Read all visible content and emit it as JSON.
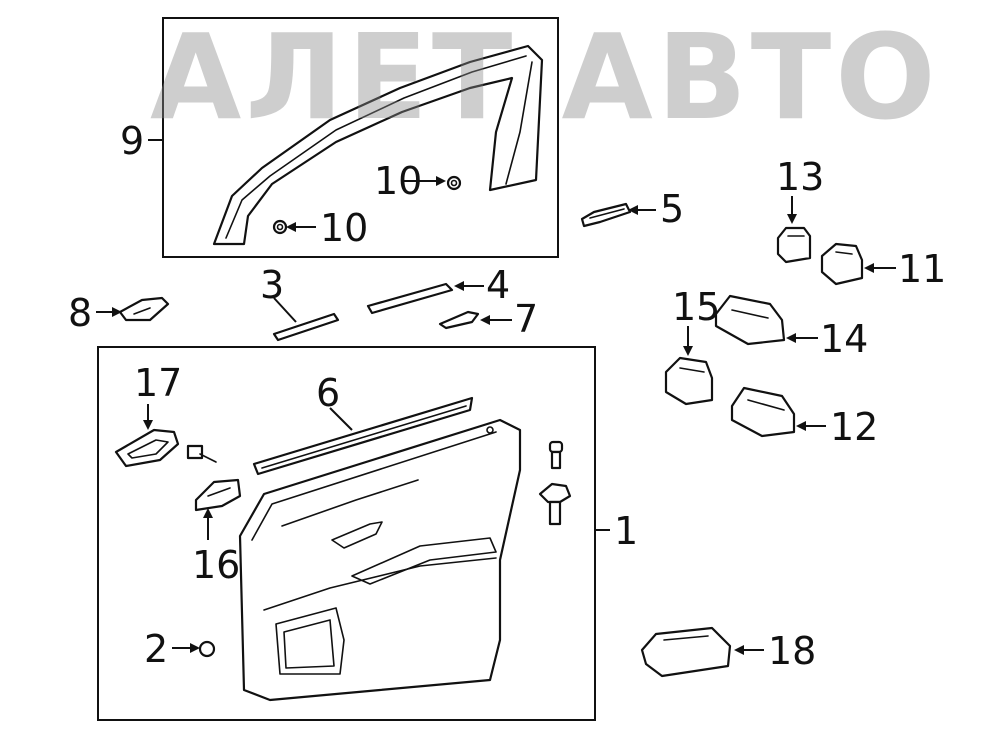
{
  "watermark": {
    "text": "АЛЕТ АВТО",
    "color": "#8a8a8a"
  },
  "callouts": [
    {
      "id": "1",
      "part": "door-trim-panel"
    },
    {
      "id": "2",
      "part": "clip"
    },
    {
      "id": "3",
      "part": "short-moulding"
    },
    {
      "id": "4",
      "part": "belt-moulding"
    },
    {
      "id": "5",
      "part": "small-bracket"
    },
    {
      "id": "6",
      "part": "inner-weatherstrip"
    },
    {
      "id": "7",
      "part": "trim-piece"
    },
    {
      "id": "8",
      "part": "corner-cover"
    },
    {
      "id": "9",
      "part": "window-frame-moulding"
    },
    {
      "id": "10",
      "part": "clip"
    },
    {
      "id": "11",
      "part": "switch"
    },
    {
      "id": "12",
      "part": "master-switch"
    },
    {
      "id": "13",
      "part": "small-switch"
    },
    {
      "id": "14",
      "part": "switch-bezel"
    },
    {
      "id": "15",
      "part": "switch"
    },
    {
      "id": "16",
      "part": "handle-bracket"
    },
    {
      "id": "17",
      "part": "inner-handle-bezel"
    },
    {
      "id": "18",
      "part": "courtesy-lamp"
    }
  ],
  "colors": {
    "line": "#111111",
    "background": "#ffffff"
  }
}
